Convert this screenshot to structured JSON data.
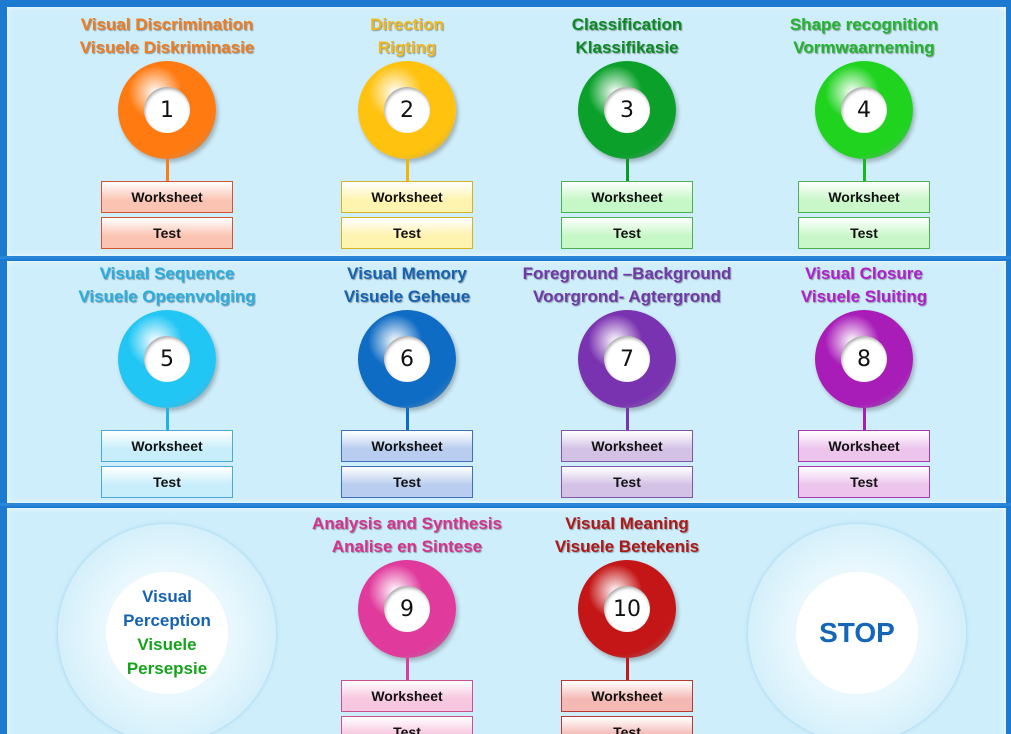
{
  "topics": [
    {
      "number": "1",
      "title_en": "Visual Discrimination",
      "title_af": "Visuele Diskriminasie",
      "title_color": "#f07c1e",
      "ring_color": "#ff7a10",
      "stem_color": "#ff7a10",
      "btn_bg": "#fbc4b2",
      "btn_border": "#d0542e",
      "worksheet": "Worksheet",
      "test": "Test"
    },
    {
      "number": "2",
      "title_en": "Direction",
      "title_af": "Rigting",
      "title_color": "#f2b81b",
      "ring_color": "#ffc20e",
      "stem_color": "#f5b400",
      "btn_bg": "#fff3b0",
      "btn_border": "#d8b321",
      "worksheet": "Worksheet",
      "test": "Test"
    },
    {
      "number": "3",
      "title_en": "Classification",
      "title_af": "Klassifikasie",
      "title_color": "#0b8a22",
      "ring_color": "#0aa02a",
      "stem_color": "#0a9a2a",
      "btn_bg": "#c6f7c6",
      "btn_border": "#4caf50",
      "worksheet": "Worksheet",
      "test": "Test"
    },
    {
      "number": "4",
      "title_en": "Shape recognition",
      "title_af": "Vormwaarneming",
      "title_color": "#22b52a",
      "ring_color": "#1fd31f",
      "stem_color": "#1bb81b",
      "btn_bg": "#c9f7c9",
      "btn_border": "#4caf50",
      "worksheet": "Worksheet",
      "test": "Test"
    },
    {
      "number": "5",
      "title_en": "Visual Sequence",
      "title_af": "Visuele Opeenvolging",
      "title_color": "#2aaee0",
      "ring_color": "#22c6f4",
      "stem_color": "#1fb4e6",
      "btn_bg": "#c8eefb",
      "btn_border": "#4aa9d6",
      "worksheet": "Worksheet",
      "test": "Test"
    },
    {
      "number": "6",
      "title_en": "Visual Memory",
      "title_af": "Visuele Geheue",
      "title_color": "#1562b3",
      "ring_color": "#0f6cc4",
      "stem_color": "#0f6cc4",
      "btn_bg": "#b8cdef",
      "btn_border": "#3f6fb6",
      "worksheet": "Worksheet",
      "test": "Test"
    },
    {
      "number": "7",
      "title_en": "Foreground –Background",
      "title_af": "Voorgrond- Agtergrond",
      "title_color": "#7038a8",
      "ring_color": "#7a33b0",
      "stem_color": "#7a33b0",
      "btn_bg": "#d4c2e6",
      "btn_border": "#7d56a8",
      "worksheet": "Worksheet",
      "test": "Test"
    },
    {
      "number": "8",
      "title_en": "Visual Closure",
      "title_af": "Visuele Sluiting",
      "title_color": "#b21ecc",
      "ring_color": "#a81cb8",
      "stem_color": "#a81cb8",
      "btn_bg": "#ecc4ec",
      "btn_border": "#a63aaa",
      "worksheet": "Worksheet",
      "test": "Test"
    },
    {
      "number": "9",
      "title_en": "Analysis and Synthesis",
      "title_af": "Analise en Sintese",
      "title_color": "#d6328e",
      "ring_color": "#e03a9c",
      "stem_color": "#e03a9c",
      "btn_bg": "#f7c6df",
      "btn_border": "#c8518e",
      "worksheet": "Worksheet",
      "test": "Test"
    },
    {
      "number": "10",
      "title_en": "Visual Meaning",
      "title_af": "Visuele Betekenis",
      "title_color": "#b01818",
      "ring_color": "#c41616",
      "stem_color": "#c41616",
      "btn_bg": "#f4b9b4",
      "btn_border": "#b73a32",
      "worksheet": "Worksheet",
      "test": "Test"
    }
  ],
  "center": {
    "line1": "Visual",
    "line2": "Perception",
    "line3": "Visuele",
    "line4": "Persepsie",
    "color_en": "#1662b2",
    "color_af": "#16a31c"
  },
  "stop": {
    "label": "STOP"
  }
}
